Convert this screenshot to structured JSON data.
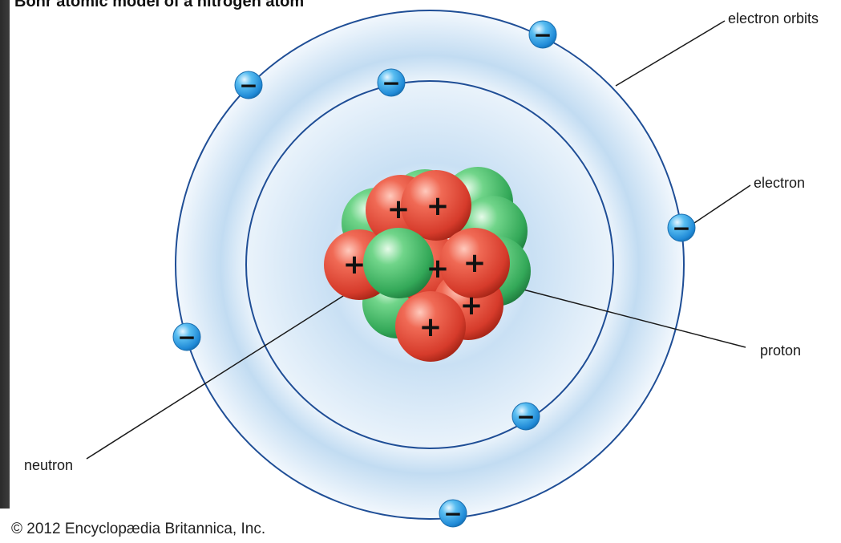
{
  "title": "Bohr atomic model of a nitrogen atom",
  "labels": {
    "electron_orbits": "electron orbits",
    "electron": "electron",
    "proton": "proton",
    "neutron": "neutron"
  },
  "copyright": "© 2012 Encyclopædia Britannica, Inc.",
  "symbols": {
    "proton": "+",
    "electron": "−"
  },
  "colors": {
    "orbit_line": "#1f4e96",
    "shell_glow": "#b9d6ef",
    "proton": "#e5503f",
    "neutron": "#4cc36f",
    "electron": "#35a4e8"
  },
  "counts": {
    "protons": 7,
    "neutrons": 7,
    "electrons": 7
  }
}
